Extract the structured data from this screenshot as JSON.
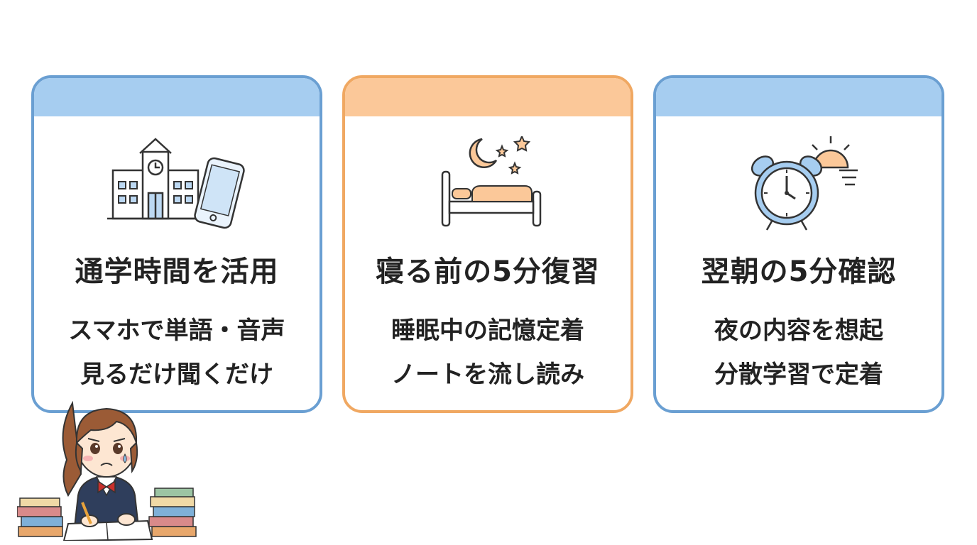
{
  "cards": [
    {
      "icon": "school-smartphone-icon",
      "accent": "#6a9fd2",
      "title": "通学時間を活用",
      "line1": "スマホで単語・音声",
      "line2": "見るだけ聞くだけ"
    },
    {
      "icon": "bed-moon-stars-icon",
      "accent": "#f0a862",
      "title": "寝る前の5分復習",
      "line1": "睡眠中の記憶定着",
      "line2": "ノートを流し読み"
    },
    {
      "icon": "alarm-clock-sunrise-icon",
      "accent": "#6a9fd2",
      "title": "翌朝の5分確認",
      "line1": "夜の内容を想起",
      "line2": "分散学習で定着"
    }
  ],
  "illustration": "worried-student-studying-icon"
}
